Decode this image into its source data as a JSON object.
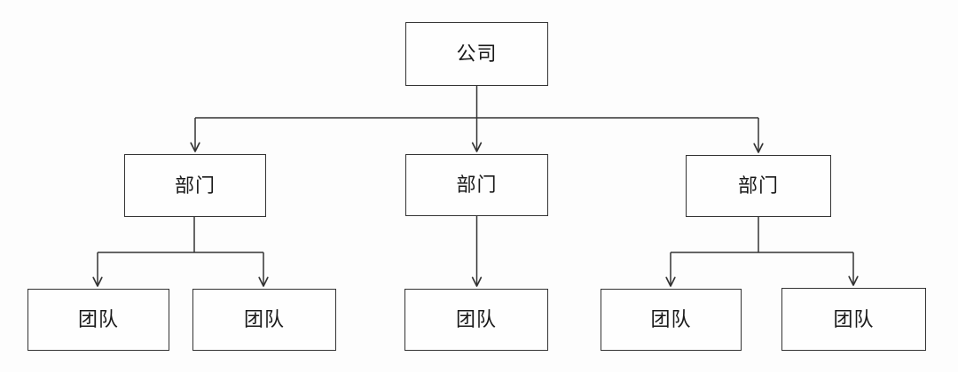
{
  "diagram": {
    "type": "org-chart",
    "colors": {
      "background": "#fdfdfd",
      "line": "#333333",
      "box_border": "#333333",
      "box_fill": "#fefefe",
      "text": "#1a1a1a"
    },
    "nodes": [
      {
        "id": "company",
        "label": "公司",
        "level": 0
      },
      {
        "id": "dept-1",
        "label": "部门",
        "level": 1
      },
      {
        "id": "dept-2",
        "label": "部门",
        "level": 1
      },
      {
        "id": "dept-3",
        "label": "部门",
        "level": 1
      },
      {
        "id": "team-1",
        "label": "团队",
        "level": 2
      },
      {
        "id": "team-2",
        "label": "团队",
        "level": 2
      },
      {
        "id": "team-3",
        "label": "团队",
        "level": 2
      },
      {
        "id": "team-4",
        "label": "团队",
        "level": 2
      },
      {
        "id": "team-5",
        "label": "团队",
        "level": 2
      }
    ],
    "edges": [
      {
        "from": "company",
        "to": "dept-1"
      },
      {
        "from": "company",
        "to": "dept-2"
      },
      {
        "from": "company",
        "to": "dept-3"
      },
      {
        "from": "dept-1",
        "to": "team-1"
      },
      {
        "from": "dept-1",
        "to": "team-2"
      },
      {
        "from": "dept-2",
        "to": "team-3"
      },
      {
        "from": "dept-3",
        "to": "team-4"
      },
      {
        "from": "dept-3",
        "to": "team-5"
      }
    ]
  }
}
